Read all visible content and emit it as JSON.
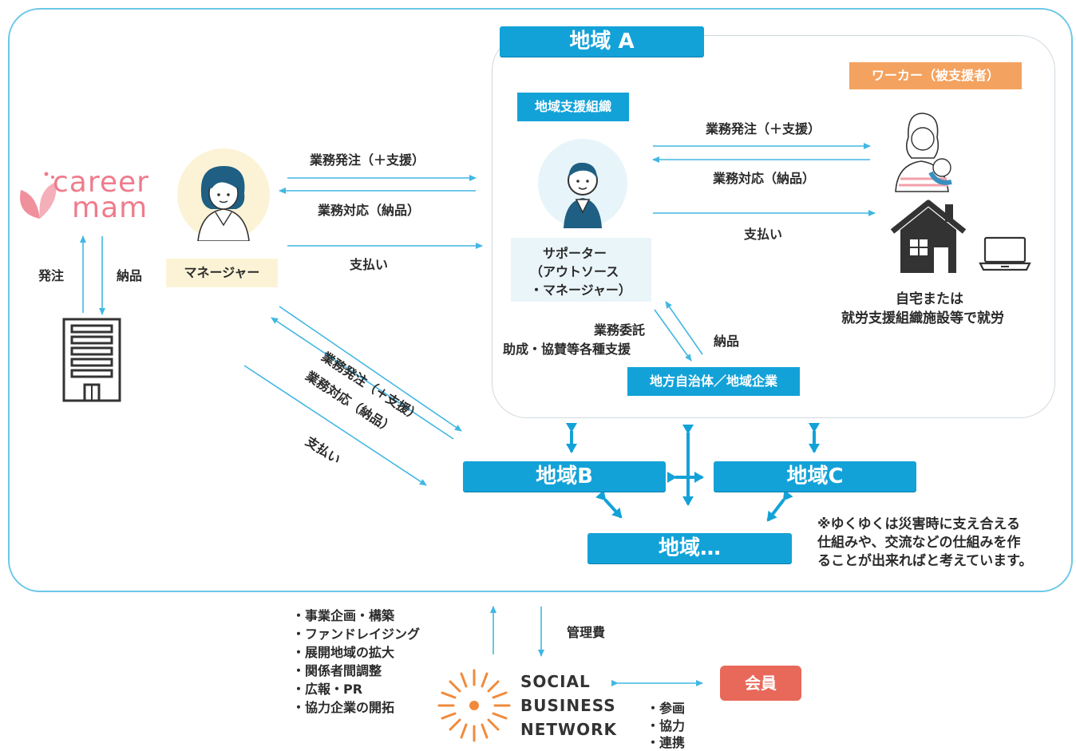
{
  "regions": {
    "a": "地域 A",
    "b": "地域B",
    "c": "地域C",
    "etc": "地域…"
  },
  "labels": {
    "local_support_org": "地域支援組織",
    "worker": "ワーカー（被支援者）",
    "manager": "マネージャー",
    "supporter": [
      "サポーター",
      "（アウトソース",
      "・マネージャー）"
    ],
    "municipality": "地方自治体／地域企業",
    "home_work": [
      "自宅または",
      "就労支援組織施設等で就労"
    ]
  },
  "arrows_text": {
    "order_support": "業務発注（＋支援）",
    "delivery_response": "業務対応（納品）",
    "payment": "支払い",
    "order": "発注",
    "delivery": "納品",
    "outsourcing": "業務委託",
    "grants": "助成・協賛等各種支援",
    "mgmt_fee": "管理費"
  },
  "brand": {
    "careermam_top": "career",
    "careermam_bottom": "mam",
    "sbn": [
      "SOCIAL",
      "BUSINESS",
      "NETWORK"
    ]
  },
  "note": [
    "※ゆくゆくは災害時に支え合える",
    "仕組みや、交流などの仕組みを作",
    "ることが出来ればと考えています。"
  ],
  "activities": [
    "・事業企画・構築",
    "・ファンドレイジング",
    "・展開地域の拡大",
    "・関係者間調整",
    "・広報・PR",
    "・協力企業の開拓"
  ],
  "member": {
    "label": "会員",
    "items": [
      "・参画",
      "・協力",
      "・連携"
    ]
  },
  "colors": {
    "region_blue": "#13a2d8",
    "line_blue": "#41b7e3",
    "worker_orange": "#f4a25f",
    "member_red": "#e8685a",
    "careermam_pink": "#ee7c8c",
    "sbn_orange": "#f08a3a"
  }
}
